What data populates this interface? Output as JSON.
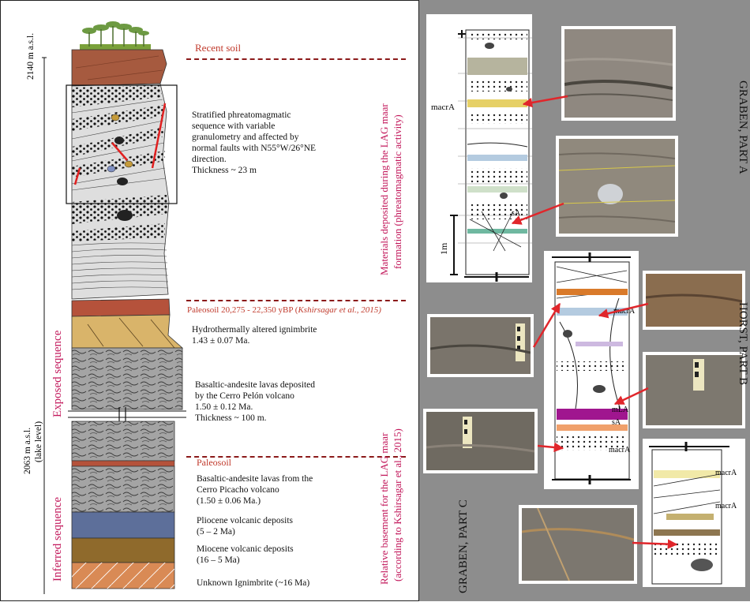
{
  "left": {
    "elevation_top": "2140 m a.s.l.",
    "elevation_lake": "2063 m a.s.l.",
    "elevation_lake_note": "(lake level)",
    "exposed_sequence": "Exposed sequence",
    "inferred_sequence": "Inferred sequence",
    "recent_soil": "Recent soil",
    "stratified_lines": [
      "Stratified phreatomagmatic",
      "sequence with variable",
      "granulometry and affected by",
      "normal faults with N55°W/26°NE",
      "direction.",
      "Thickness ~ 23 m"
    ],
    "lag_maar_materials_1": "Materials deposited during the LAG maar",
    "lag_maar_materials_2": "formation (phreatomagmatic activity)",
    "paleosoil_upper_label": "Paleosoil  20,275 - 22,350 yBP (",
    "paleosoil_upper_cite": "Kshirsagar et al., 2015)",
    "ignimbrite_lines": [
      "Hydrothermally altered ignimbrite",
      "1.43 ± 0.07 Ma."
    ],
    "pelon_lines": [
      "Basaltic-andesite lavas deposited",
      "by the Cerro Pelón volcano",
      "1.50 ± 0.12 Ma.",
      "Thickness ~ 100 m."
    ],
    "paleosoil_lower": "Paleosoil",
    "picacho_lines": [
      "Basaltic-andesite lavas from the",
      "Cerro Picacho volcano",
      "(1.50 ± 0.06 Ma.)"
    ],
    "pliocene_lines": [
      "Pliocene volcanic deposits",
      "(5 – 2 Ma)"
    ],
    "miocene_lines": [
      "Miocene volcanic deposits",
      "(16 – 5 Ma)"
    ],
    "unknown_ignimbrite": "Unknown Ignimbrite (~16 Ma)",
    "basement_1": "Relative basement for the LAG maar",
    "basement_2": "(according to Kshirsagar et al., 2015)"
  },
  "right": {
    "graben_a": "GRABEN, PART A",
    "horst_b": "HORST, PART B",
    "graben_c": "GRABEN, PART C",
    "label_macrA": "macrA",
    "label_sA": "sA",
    "label_mLA": "mLA",
    "scale_1m": "1m"
  },
  "colors": {
    "recent_soil": "#a65a3f",
    "paleosoil": "#b5523b",
    "ignimbrite": "#d9b46a",
    "pliocene": "#5d6f9a",
    "miocene": "#8f6a2c",
    "unknown_ignimbrite": "#d98a55",
    "lava": "#9a9a9a",
    "dash": "#8b1a1a",
    "arrow": "#e0262b",
    "right_bg": "#8d8d8d"
  }
}
